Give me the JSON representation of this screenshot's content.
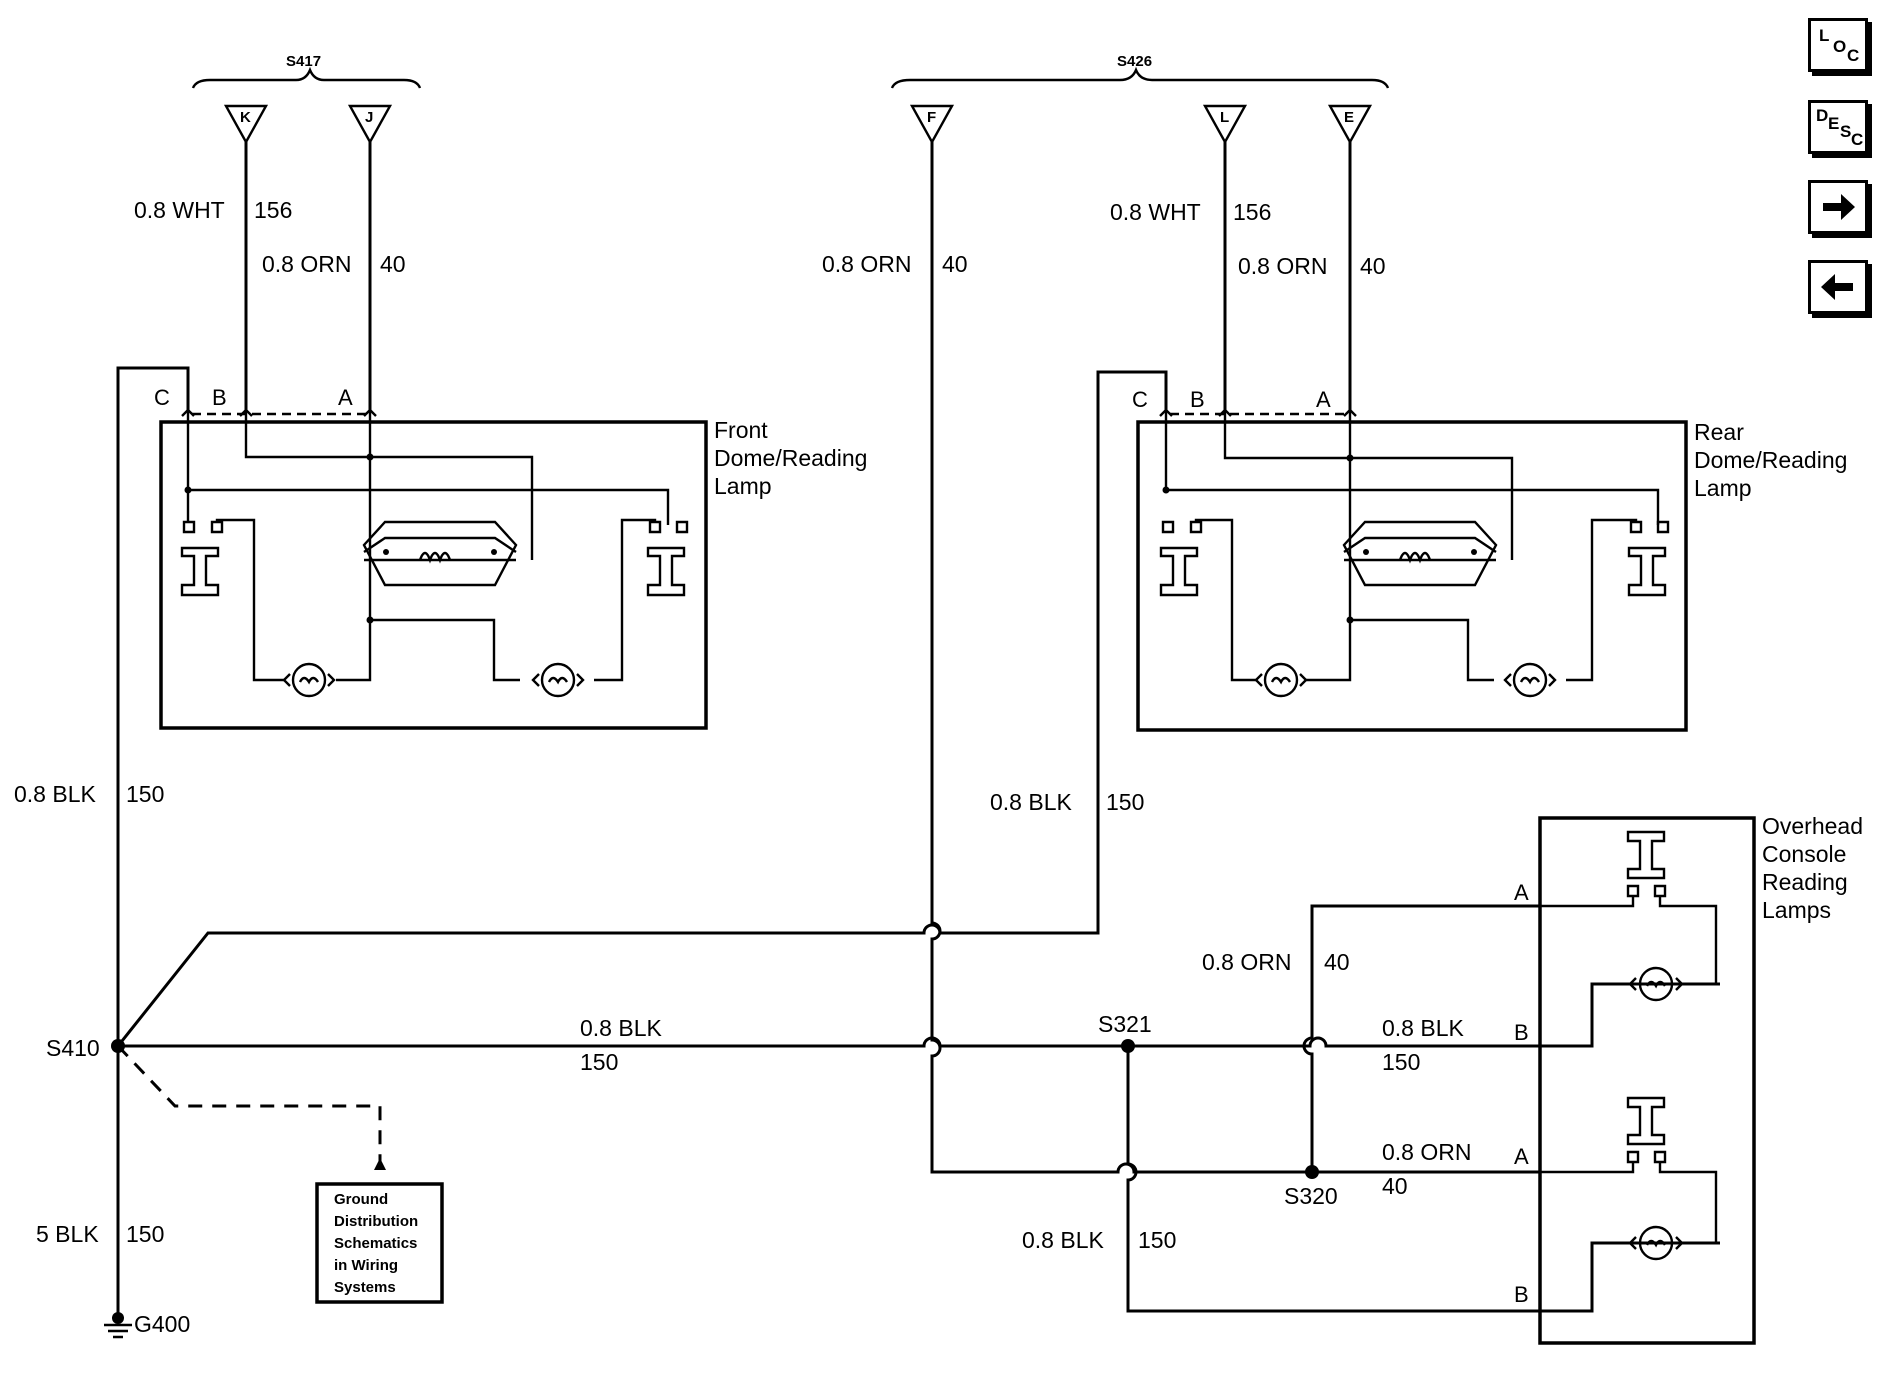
{
  "splices_top": {
    "s417": "S417",
    "s426": "S426"
  },
  "connectors_top": {
    "k": "K",
    "j": "J",
    "f": "F",
    "l": "L",
    "e": "E"
  },
  "wires": {
    "w1_size": "0.8 WHT",
    "w1_circ": "156",
    "w2_size": "0.8 ORN",
    "w2_circ": "40",
    "w3_size": "0.8 ORN",
    "w3_circ": "40",
    "w4_size": "0.8 WHT",
    "w4_circ": "156",
    "w5_size": "0.8 ORN",
    "w5_circ": "40",
    "w6_size": "0.8 BLK",
    "w6_circ": "150",
    "w7_size": "0.8 BLK",
    "w7_circ": "150",
    "w8_size": "0.8 BLK",
    "w8_circ": "150",
    "w9_size": "0.8 ORN",
    "w9_circ": "40",
    "w10_size": "0.8 BLK",
    "w10_circ": "150",
    "w11_size": "0.8 ORN",
    "w11_circ": "40",
    "w12_size": "0.8 BLK",
    "w12_circ": "150",
    "w13_size": "5 BLK",
    "w13_circ": "150"
  },
  "pins": {
    "c": "C",
    "b": "B",
    "a": "A"
  },
  "components": {
    "front_lamp": [
      "Front",
      "Dome/Reading",
      "Lamp"
    ],
    "rear_lamp": [
      "Rear",
      "Dome/Reading",
      "Lamp"
    ],
    "overhead": [
      "Overhead",
      "Console",
      "Reading",
      "Lamps"
    ]
  },
  "splices": {
    "s410": "S410",
    "s321": "S321",
    "s320": "S320"
  },
  "ground": "G400",
  "ground_ref": [
    "Ground",
    "Distribution",
    "Schematics",
    "in Wiring",
    "Systems"
  ],
  "nav": {
    "loc": [
      "L",
      "O",
      "C"
    ],
    "desc": [
      "D",
      "E",
      "S",
      "C"
    ],
    "next_icon": "right-arrow-icon",
    "prev_icon": "left-arrow-icon"
  }
}
